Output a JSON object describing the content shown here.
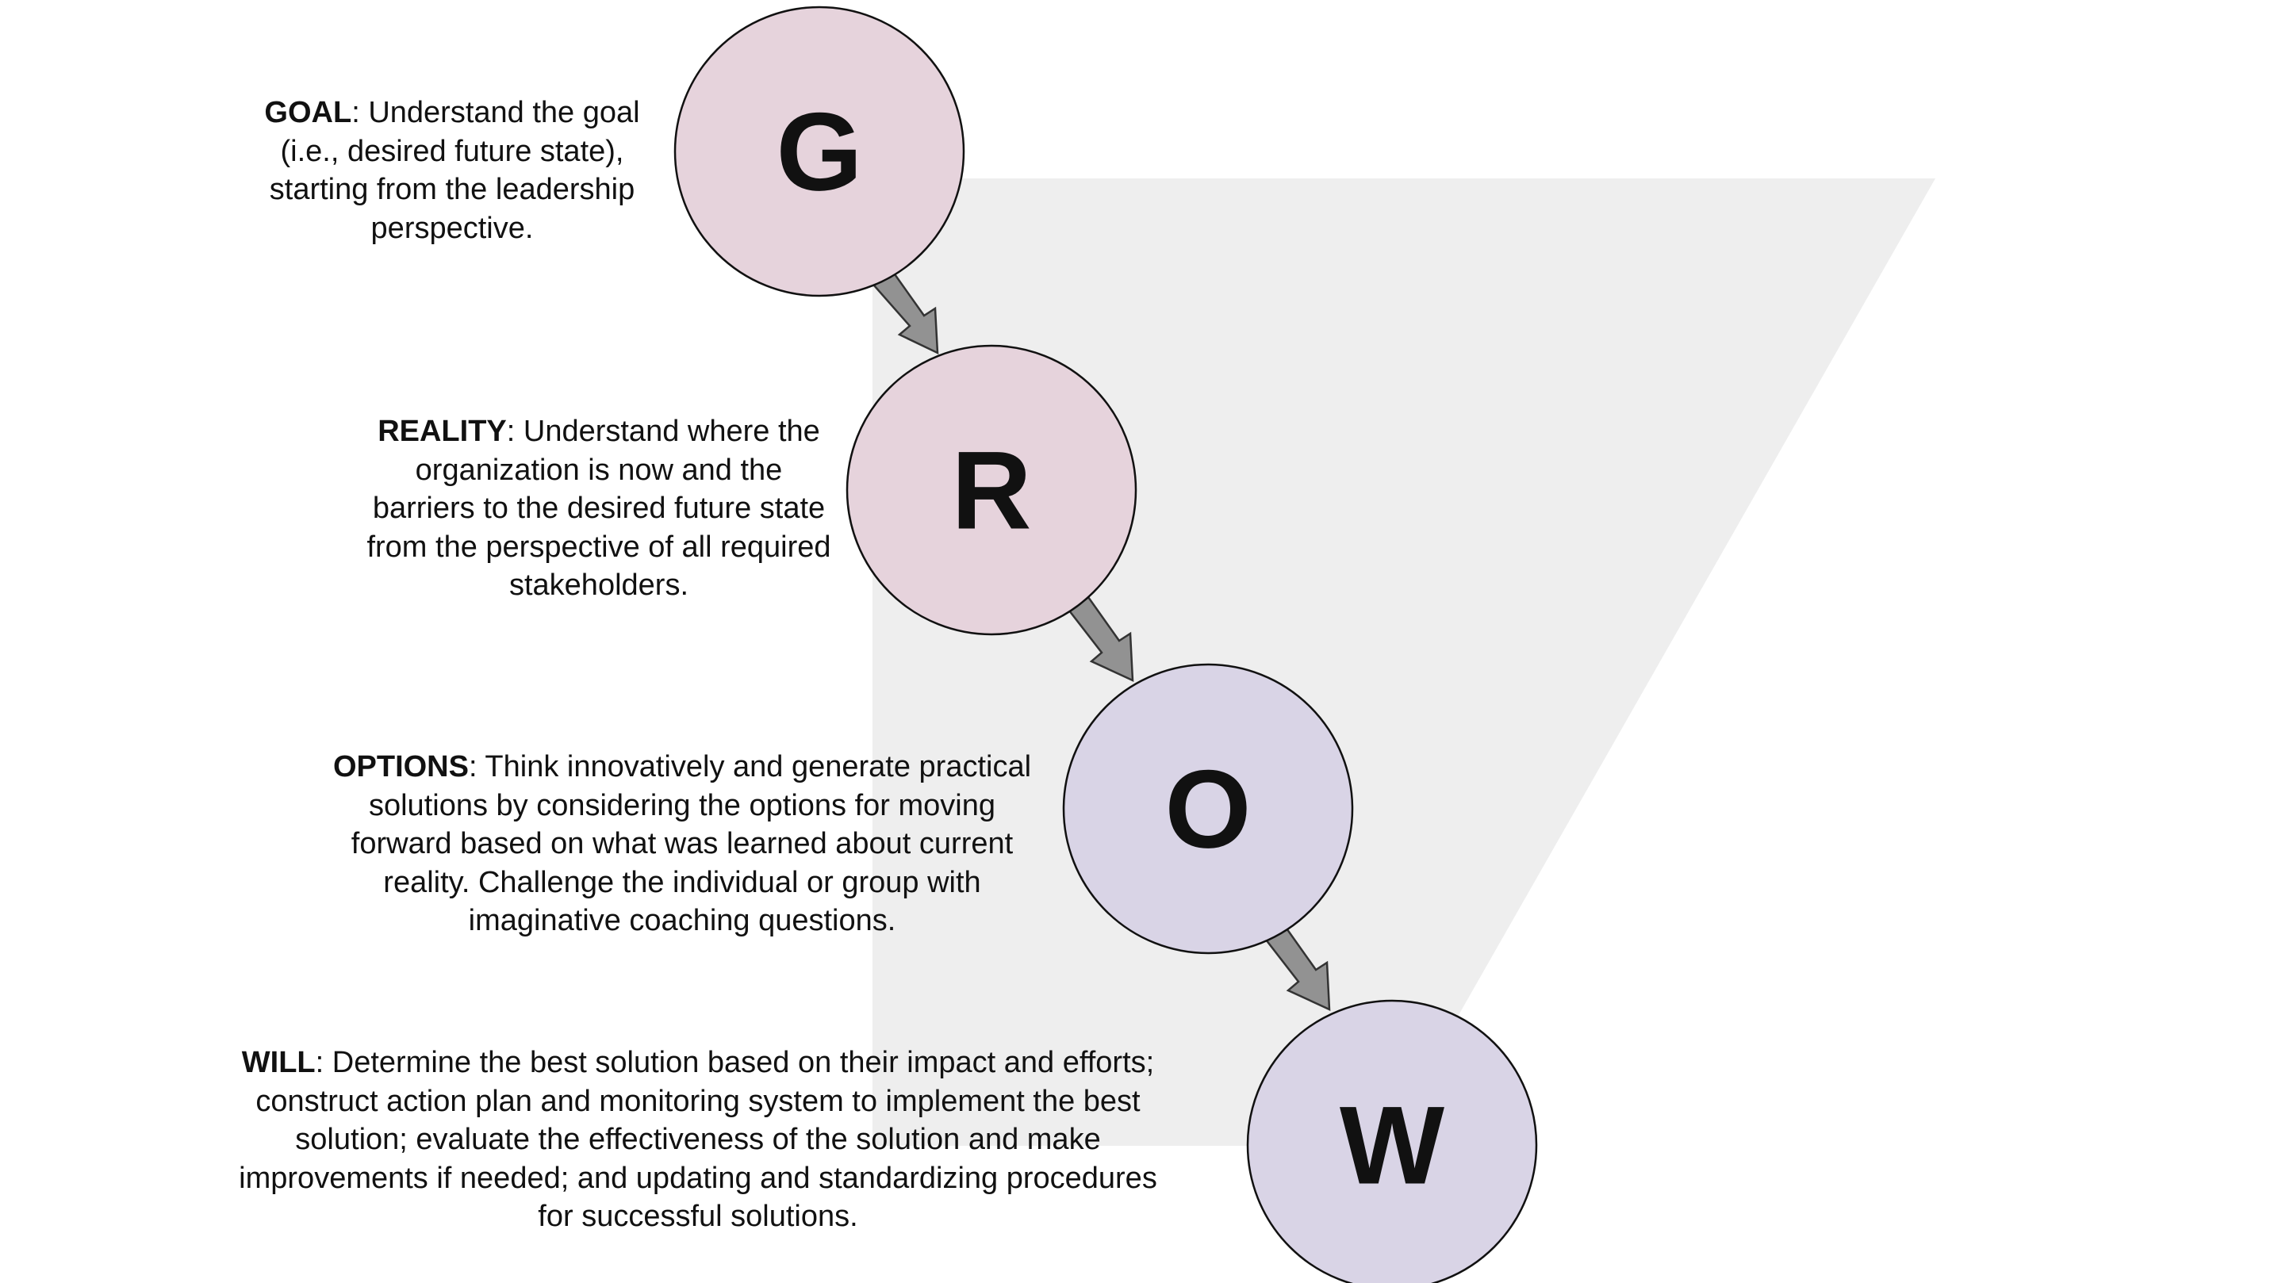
{
  "colors": {
    "funnel_fill": "#eeeeee",
    "circle_pink": "#e6d3dc",
    "circle_lavender": "#d9d4e6",
    "circle_stroke": "#111111",
    "arrow_fill": "#929292",
    "arrow_stroke": "#333333"
  },
  "stages": [
    {
      "letter": "G",
      "term": "GOAL",
      "text": ": Understand the goal (i.e., desired future state), starting from the leadership perspective."
    },
    {
      "letter": "R",
      "term": "REALITY",
      "text": ": Understand where the organization is now and the barriers to the desired future state from the perspective of all required stakeholders."
    },
    {
      "letter": "O",
      "term": "OPTIONS",
      "text": ": Think innovatively and generate practical solutions by considering the options for moving forward based on what was learned about current reality. Challenge the individual or group with imaginative coaching questions."
    },
    {
      "letter": "W",
      "term": "WILL",
      "text": ": Determine the best solution based on their impact and efforts; construct action plan and monitoring system to implement the best solution; evaluate the effectiveness of the solution and make improvements if needed; and updating and standardizing procedures for successful solutions."
    }
  ]
}
